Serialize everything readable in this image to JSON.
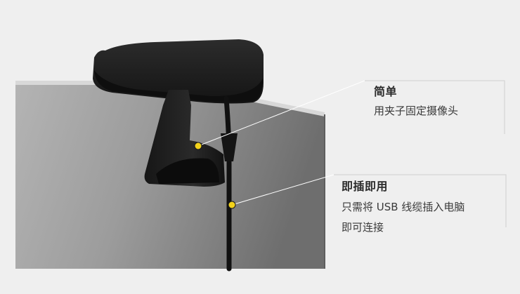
{
  "callouts": [
    {
      "title": "简单",
      "description": "用夹子固定摄像头",
      "marker_color": "#f2d21b"
    },
    {
      "title": "即插即用",
      "description_lines": [
        "只需将 USB 线缆插入电脑",
        "即可连接"
      ],
      "marker_color": "#f2d21b"
    }
  ],
  "colors": {
    "background": "#efefef",
    "camera_body": "#1c1c1c",
    "monitor_gray": "#9a9a9a",
    "leader_line": "#ffffff",
    "bracket_line": "#cfcfcf"
  }
}
